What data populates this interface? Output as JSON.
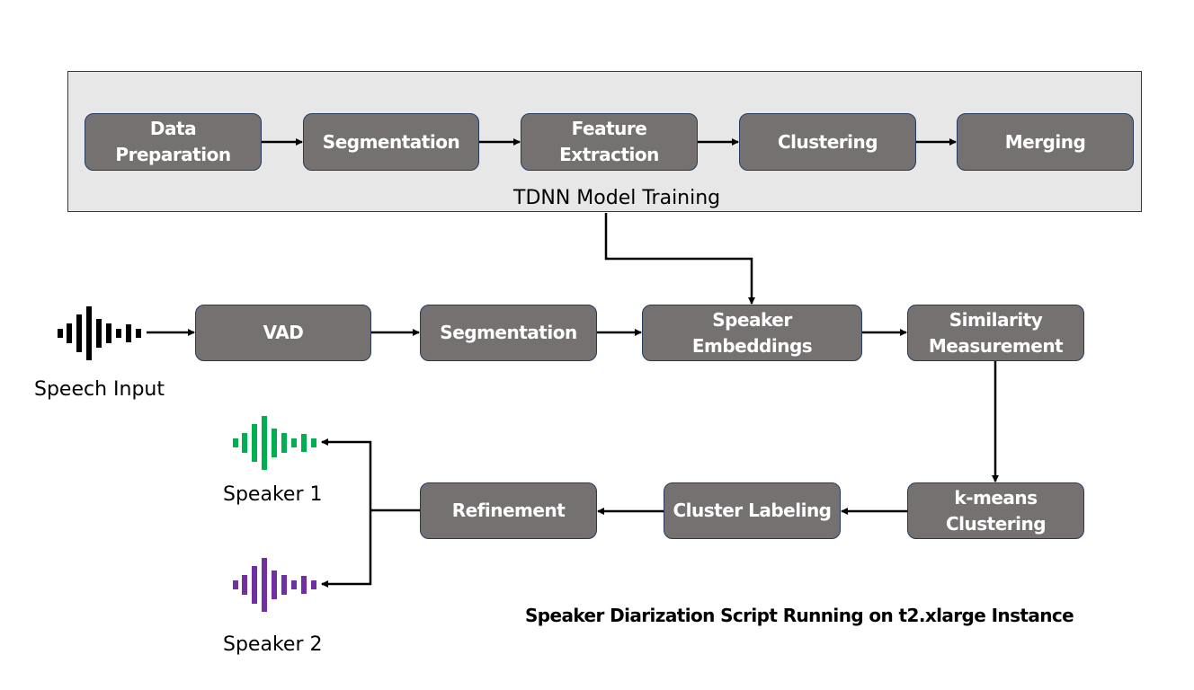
{
  "training_panel": {
    "title": "TDNN Model Training",
    "steps": [
      {
        "line1": "Data",
        "line2": "Preparation"
      },
      {
        "line1": "Segmentation",
        "line2": ""
      },
      {
        "line1": "Feature",
        "line2": "Extraction"
      },
      {
        "line1": "Clustering",
        "line2": ""
      },
      {
        "line1": "Merging",
        "line2": ""
      }
    ]
  },
  "pipeline": {
    "input_label": "Speech Input",
    "row1": [
      {
        "line1": "VAD",
        "line2": ""
      },
      {
        "line1": "Segmentation",
        "line2": ""
      },
      {
        "line1": "Speaker",
        "line2": "Embeddings"
      },
      {
        "line1": "Similarity",
        "line2": "Measurement"
      }
    ],
    "row2": [
      {
        "line1": "k-means",
        "line2": "Clustering"
      },
      {
        "line1": "Cluster Labeling",
        "line2": ""
      },
      {
        "line1": "Refinement",
        "line2": ""
      }
    ],
    "outputs": [
      {
        "label": "Speaker 1",
        "color": "#00b050"
      },
      {
        "label": "Speaker 2",
        "color": "#7030a0"
      }
    ]
  },
  "caption": "Speaker Diarization Script Running on t2.xlarge Instance",
  "colors": {
    "box_fill": "#757170",
    "box_border": "#243a5e",
    "panel_fill": "#e7e7e7",
    "input_wave": "#000000"
  },
  "icons": {
    "input_waveform": "audio-waveform-icon",
    "speaker1_waveform": "audio-waveform-icon",
    "speaker2_waveform": "audio-waveform-icon"
  }
}
